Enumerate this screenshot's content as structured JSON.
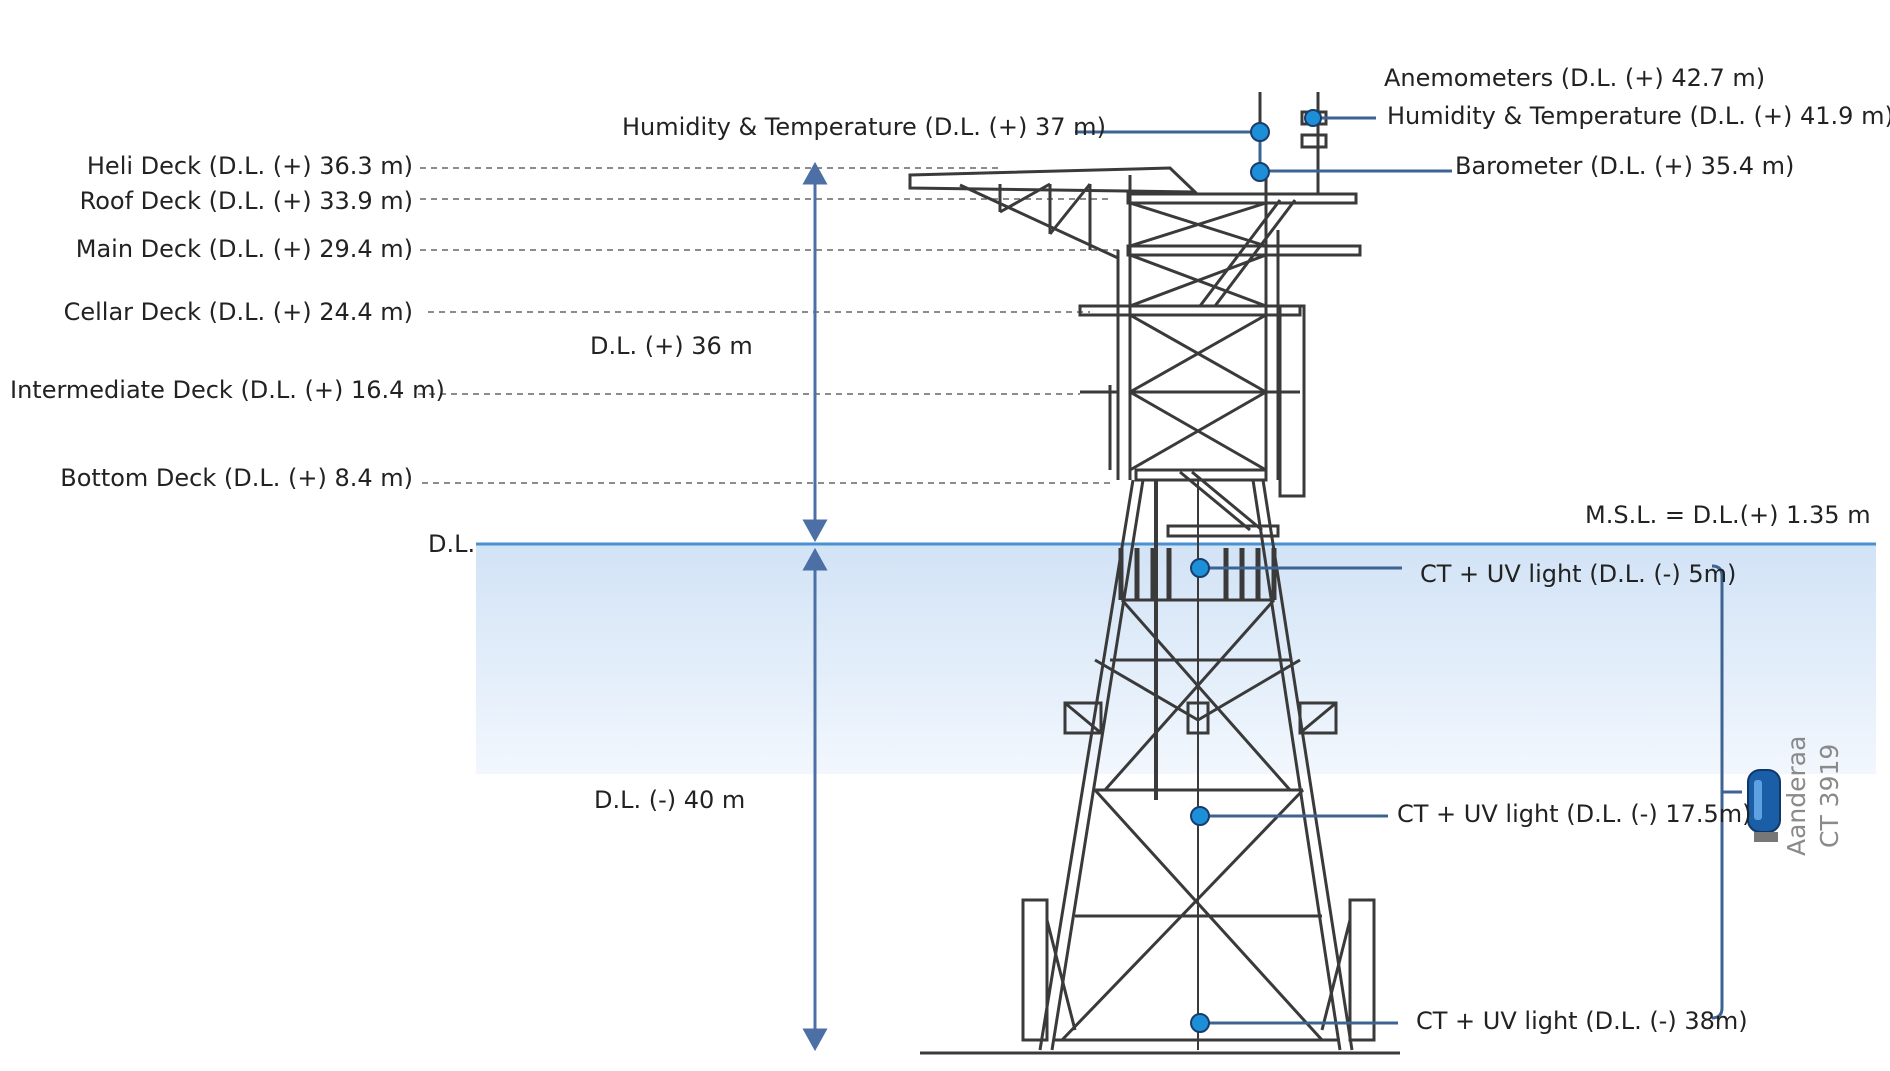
{
  "deck_labels": {
    "heli": "Heli Deck (D.L. (+) 36.3 m)",
    "roof": "Roof Deck (D.L. (+) 33.9 m)",
    "main": "Main Deck (D.L. (+) 29.4 m)",
    "cellar": "Cellar Deck (D.L. (+) 24.4 m)",
    "intermediate": "Intermediate Deck (D.L. (+) 16.4 m)",
    "bottom": "Bottom Deck (D.L. (+) 8.4 m)"
  },
  "datum": {
    "dl": "D.L.",
    "msl": "M.S.L. = D.L.(+) 1.35 m",
    "above": "D.L. (+) 36 m",
    "below": "D.L. (-) 40 m"
  },
  "sensors": {
    "humidity_left": "Humidity & Temperature (D.L. (+) 37 m)",
    "anemometers": "Anemometers (D.L. (+) 42.7 m)",
    "humidity_right": "Humidity & Temperature (D.L. (+) 41.9 m)",
    "barometer": "Barometer (D.L. (+) 35.4 m)",
    "ct_5": "CT + UV light (D.L. (-) 5m)",
    "ct_17": "CT + UV light (D.L. (-) 17.5m)",
    "ct_38": "CT + UV light (D.L. (-) 38m)"
  },
  "instrument": {
    "brand": "Aanderaa",
    "model": "CT 3919"
  },
  "colors": {
    "sensor_line": "#3c6391",
    "sensor_dot": "#1d8fd8",
    "water_line": "#4a90d0",
    "arrow": "#4c70a6",
    "structure": "#3a3a3a"
  }
}
